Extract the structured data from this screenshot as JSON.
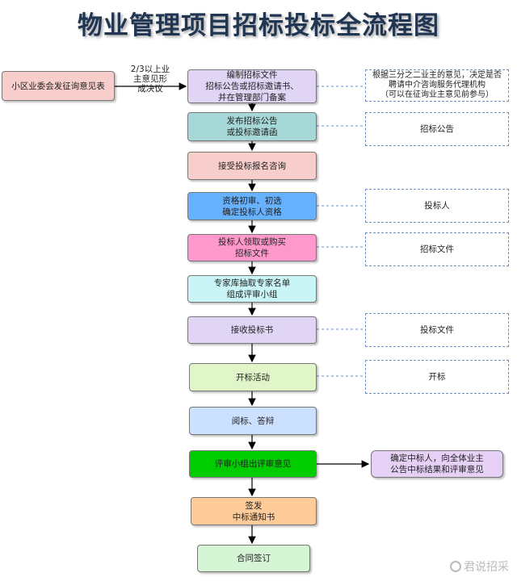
{
  "title": "物业管理项目招标投标全流程图",
  "start_box": "小区业委会发征询意见表",
  "edge_label": "2/3以上业\n主意见形\n成决议",
  "steps": [
    {
      "text": "编制招标文件\n招标公告或招标邀请书、\n并在管理部门备案",
      "color": "#e1d5f5"
    },
    {
      "text": "发布招标公告\n或投标邀请函",
      "color": "#a6d8d8"
    },
    {
      "text": "接受投标报名咨询",
      "color": "#f8cecc"
    },
    {
      "text": "资格初审、初选\n确定投标人资格",
      "color": "#66b2ff"
    },
    {
      "text": "投标人领取或购买\n招标文件",
      "color": "#ff99cc"
    },
    {
      "text": "专家库抽取专家名单\n组成评审小组",
      "color": "#c9f5f7"
    },
    {
      "text": "接收投标书",
      "color": "#e1d5f5"
    },
    {
      "text": "开标活动",
      "color": "#e0f5c8"
    },
    {
      "text": "阅标、答辩",
      "color": "#cce0ff"
    },
    {
      "text": "评审小组出评审意见",
      "color": "#00cc00"
    },
    {
      "text": "签发\n中标通知书",
      "color": "#ffcc99"
    },
    {
      "text": "合同签订",
      "color": "#d5f5d5"
    }
  ],
  "notes": [
    "根据三分之二业主的意见，决定是否\n聘请中介咨询服务代理机构\n（可以在征询业主意见前参与）",
    "招标公告",
    "投标人",
    "招标文件",
    "投标文件",
    "开标"
  ],
  "result_box": "确定中标人，向全体业主\n公告中标结果和评审意见",
  "watermark": "君说招采",
  "colors": {
    "start": "#f8cecc",
    "result": "#e6d0f5",
    "title": "#1f3552",
    "note_border": "#6c8ebf"
  }
}
